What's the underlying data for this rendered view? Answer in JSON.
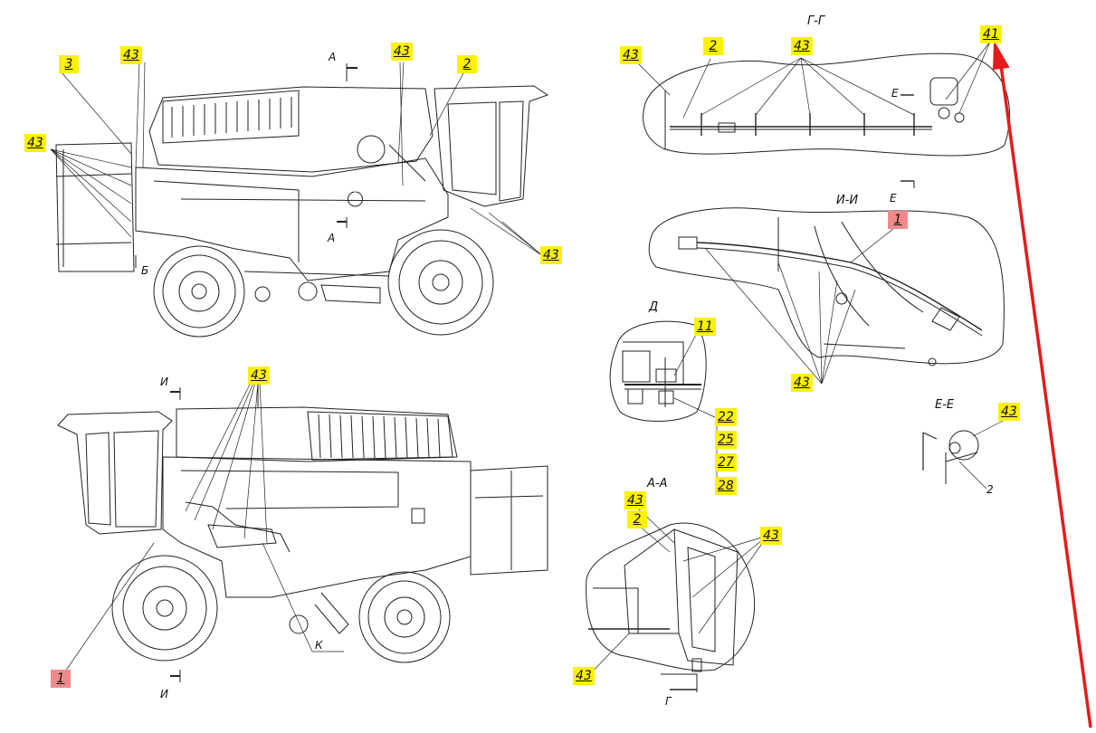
{
  "view_titles": {
    "g_g": "Г-Г",
    "i_i": "И-И",
    "d": "Д",
    "e_e": "Е-Е",
    "a_a": "А-А"
  },
  "section_letters": {
    "a": "А",
    "b": "Б",
    "i": "И",
    "k": "К",
    "e": "Е",
    "g": "Г"
  },
  "callouts": {
    "c43": "43",
    "c3": "3",
    "c2": "2",
    "c1": "1",
    "c41": "41",
    "c11": "11",
    "c22": "22",
    "c25": "25",
    "c27": "27",
    "c28": "28"
  },
  "colors": {
    "highlight": "#fbf100",
    "red_mark": "#f08a8a",
    "arrow": "#e41b1b",
    "line": "#222222"
  }
}
